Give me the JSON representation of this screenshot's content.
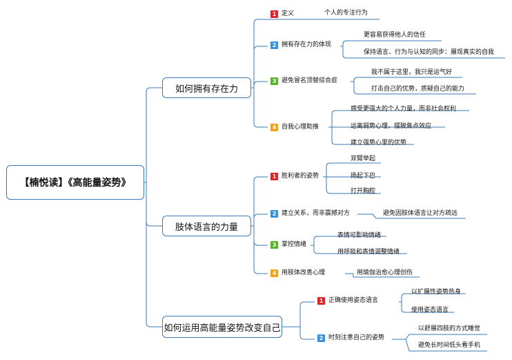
{
  "root": "【楠悦读】《高能量姿势》",
  "branches": [
    {
      "title": "如何拥有存在力",
      "items": [
        {
          "num": "1",
          "label": "定义",
          "children": [
            "个人的专注行为"
          ]
        },
        {
          "num": "2",
          "label": "拥有存在力的体现",
          "children": [
            "更容易获得他人的信任",
            "保持语言、行为与认知的同步：展现真实的自我"
          ]
        },
        {
          "num": "3",
          "label": "避免冒名顶替综合症",
          "children": [
            "我不属于这里，我只是运气好",
            "打击自己的优势，质疑自己的能力"
          ]
        },
        {
          "num": "4",
          "label": "自我心理助推",
          "children": [
            "感受更强大的个人力量，而非社会权利",
            "远离弱势心理，摆脱焦点效应",
            "建立强势心里的优势"
          ]
        }
      ]
    },
    {
      "title": "肢体语言的力量",
      "items": [
        {
          "num": "1",
          "label": "胜利者的姿势",
          "children": [
            "双臂举起",
            "扬起下巴",
            "打开胸腔"
          ]
        },
        {
          "num": "2",
          "label": "建立关系，而非震撼对方",
          "children": [
            "避免因肢体语言让对方疏远"
          ]
        },
        {
          "num": "3",
          "label": "掌控情绪",
          "children": [
            "表情可影响情绪",
            "用呼吸和表情调整情绪"
          ]
        },
        {
          "num": "4",
          "label": "用肢体改善心理",
          "children": [
            "用瑜伽治愈心理创伤"
          ]
        }
      ]
    },
    {
      "title": "如何运用高能量姿势改变自己",
      "items": [
        {
          "num": "1",
          "label": "正确使用姿态语言",
          "children": [
            "以扩展性姿势热身",
            "使用姿态语言"
          ]
        },
        {
          "num": "2",
          "label": "时刻注意自己的姿势",
          "children": [
            "以舒展四肢的方式睡觉",
            "避免长时间低头看手机"
          ]
        }
      ]
    }
  ],
  "colors": {
    "line": "#3a78b8",
    "badge1": "#d9262a",
    "badge2": "#3a8fd8",
    "badge3": "#59b22d",
    "badge4": "#f3a11c"
  }
}
